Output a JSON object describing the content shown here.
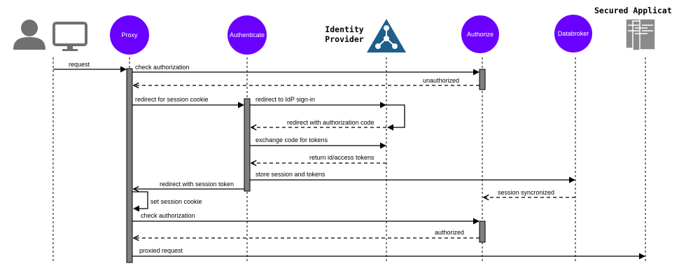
{
  "participants": {
    "proxy": "Proxy",
    "authenticate": "Authenticate",
    "idp_line1": "Identity",
    "idp_line2": "Provider",
    "authorize": "Authorize",
    "databroker": "Databroker",
    "secured_app": "Secured Applicat"
  },
  "icons": {
    "user": "user-icon",
    "monitor": "monitor-icon",
    "idp": "identity-provider-logo-icon",
    "servers": "server-stack-icon"
  },
  "colors": {
    "participant_circle": "#6a00ff",
    "activation_bar": "#808080",
    "icon_gray": "#707070",
    "idp_logo": "#1d5f8a"
  },
  "messages": {
    "request": "request",
    "check_authorization_1": "check authorization",
    "unauthorized": "unauthorized",
    "redirect_session_cookie": "redirect for session cookie",
    "redirect_idp_signin": "redirect to IdP sign-in",
    "redirect_auth_code": "redirect with authorization code",
    "exchange_code": "exchange code for tokens",
    "return_tokens": "return id/access tokens",
    "store_session": "store session and tokens",
    "redirect_session_token": "redirect with session token",
    "session_synced": "session syncronized",
    "set_session_cookie": "set session cookie",
    "check_authorization_2": "check authorization",
    "authorized": "authorized",
    "proxied_request": "proxied request"
  }
}
